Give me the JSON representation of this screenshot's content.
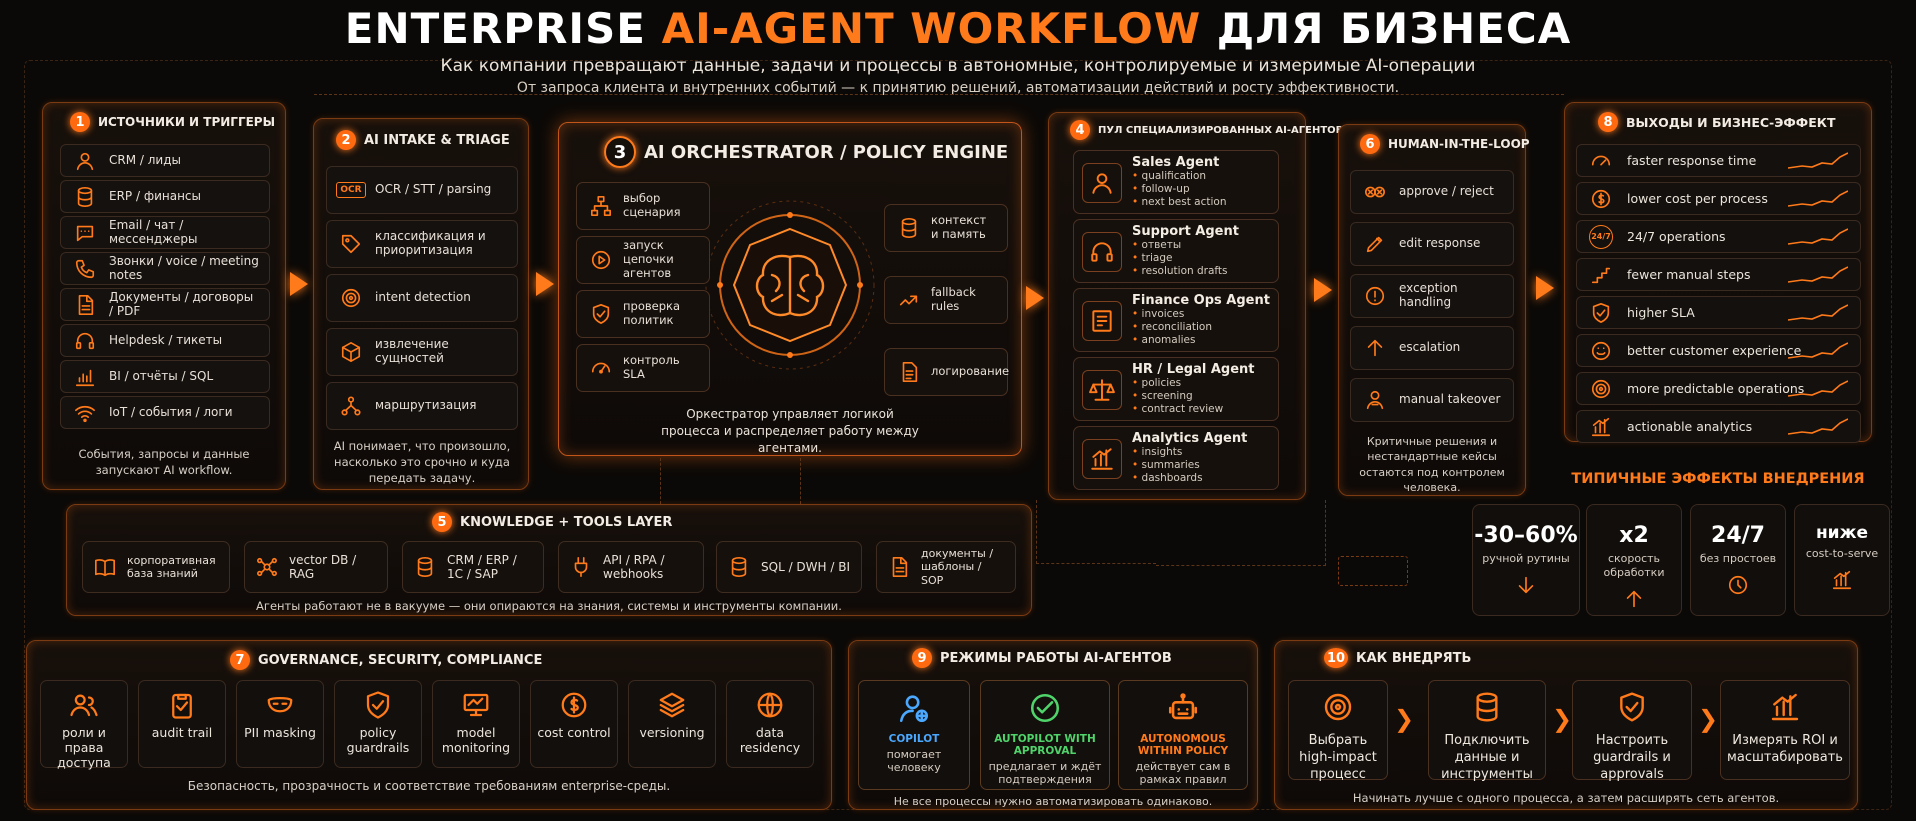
{
  "header": {
    "title_a": "ENTERPRISE ",
    "title_b": "AI-AGENT WORKFLOW",
    "title_c": " ДЛЯ БИЗНЕСА",
    "subtitle": "Как компании превращают данные, задачи и процессы в автономные, контролируемые и измеримые AI-операции",
    "subtitle2": "От запроса клиента и внутренних событий — к принятию решений, автоматизации действий и росту эффективности."
  },
  "s1": {
    "num": "1",
    "title": "ИСТОЧНИКИ И ТРИГГЕРЫ",
    "items": [
      "CRM / лиды",
      "ERP / финансы",
      "Email / чат / мессенджеры",
      "Звонки / voice / meeting notes",
      "Документы / договоры / PDF",
      "Helpdesk / тикеты",
      "BI / отчёты / SQL",
      "IoT / события / логи"
    ],
    "caption": "События, запросы и данные запускают AI workflow."
  },
  "s2": {
    "num": "2",
    "title": "AI INTAKE & TRIAGE",
    "items": [
      "OCR / STT / parsing",
      "классификация и приоритизация",
      "intent detection",
      "извлечение сущностей",
      "маршрутизация"
    ],
    "ocr": "OCR",
    "caption": "AI понимает, что произошло, насколько это срочно и куда передать задачу."
  },
  "s3": {
    "num": "3",
    "title": "AI ORCHESTRATOR / POLICY ENGINE",
    "left": [
      "выбор сценария",
      "запуск цепочки агентов",
      "проверка политик",
      "контроль SLA"
    ],
    "right": [
      "контекст и память",
      "fallback rules",
      "логирование"
    ],
    "caption": "Оркестратор управляет логикой процесса и распределяет работу между агентами."
  },
  "s4": {
    "num": "4",
    "title": "ПУЛ СПЕЦИАЛИЗИРОВАННЫХ AI-АГЕНТОВ",
    "agents": [
      {
        "name": "Sales Agent",
        "b": [
          "qualification",
          "follow-up",
          "next best action"
        ]
      },
      {
        "name": "Support Agent",
        "b": [
          "ответы",
          "triage",
          "resolution drafts"
        ]
      },
      {
        "name": "Finance Ops Agent",
        "b": [
          "invoices",
          "reconciliation",
          "anomalies"
        ]
      },
      {
        "name": "HR / Legal Agent",
        "b": [
          "policies",
          "screening",
          "contract review"
        ]
      },
      {
        "name": "Analytics Agent",
        "b": [
          "insights",
          "summaries",
          "dashboards"
        ]
      }
    ]
  },
  "s5": {
    "num": "5",
    "title": "KNOWLEDGE + TOOLS LAYER",
    "items": [
      "корпоративная база знаний",
      "vector DB / RAG",
      "CRM / ERP / 1C / SAP",
      "API / RPA / webhooks",
      "SQL / DWH / BI",
      "документы / шаблоны / SOP"
    ],
    "caption": "Агенты работают не в вакууме — они опираются на знания, системы и инструменты компании."
  },
  "s6": {
    "num": "6",
    "title": "HUMAN-IN-THE-LOOP",
    "items": [
      "approve / reject",
      "edit response",
      "exception handling",
      "escalation",
      "manual takeover"
    ],
    "caption": "Критичные решения и нестандартные кейсы остаются под контролем человека."
  },
  "s7": {
    "num": "7",
    "title": "GOVERNANCE, SECURITY, COMPLIANCE",
    "items": [
      "роли и права доступа",
      "audit trail",
      "PII masking",
      "policy guardrails",
      "model monitoring",
      "cost control",
      "versioning",
      "data residency"
    ],
    "caption": "Безопасность, прозрачность и соответствие требованиям enterprise-среды."
  },
  "s8": {
    "num": "8",
    "title": "ВЫХОДЫ И БИЗНЕС-ЭФФЕКТ",
    "items": [
      "faster response time",
      "lower cost per process",
      "24/7 operations",
      "fewer manual steps",
      "higher SLA",
      "better customer experience",
      "more predictable operations",
      "actionable analytics"
    ],
    "icon247": "24/7",
    "effects_title": "ТИПИЧНЫЕ ЭФФЕКТЫ ВНЕДРЕНИЯ",
    "kpis": [
      {
        "big": "-30–60%",
        "sm": "ручной рутины"
      },
      {
        "big": "x2",
        "sm": "скорость обработки"
      },
      {
        "big": "24/7",
        "sm": "без простоев"
      },
      {
        "big": "ниже",
        "sm": "cost-to-serve"
      }
    ]
  },
  "s9": {
    "num": "9",
    "title": "РЕЖИМЫ РАБОТЫ AI-АГЕНТОВ",
    "modes": [
      {
        "name": "COPILOT",
        "desc": "помогает человеку"
      },
      {
        "name": "AUTOPILOT WITH APPROVAL",
        "desc": "предлагает и ждёт подтверждения"
      },
      {
        "name": "AUTONOMOUS WITHIN POLICY",
        "desc": "действует сам в рамках правил"
      }
    ],
    "caption": "Не все процессы нужно автоматизировать одинаково."
  },
  "s10": {
    "num": "10",
    "title": "КАК ВНЕДРЯТЬ",
    "steps": [
      "Выбрать high-impact процесс",
      "Подключить данные и инструменты",
      "Настроить guardrails и approvals",
      "Измерять ROI и масштабировать"
    ],
    "caption": "Начинать лучше с одного процесса, а затем расширять сеть агентов."
  },
  "colors": {
    "accent": "#ff7a1a",
    "bg": "#0b0907"
  }
}
